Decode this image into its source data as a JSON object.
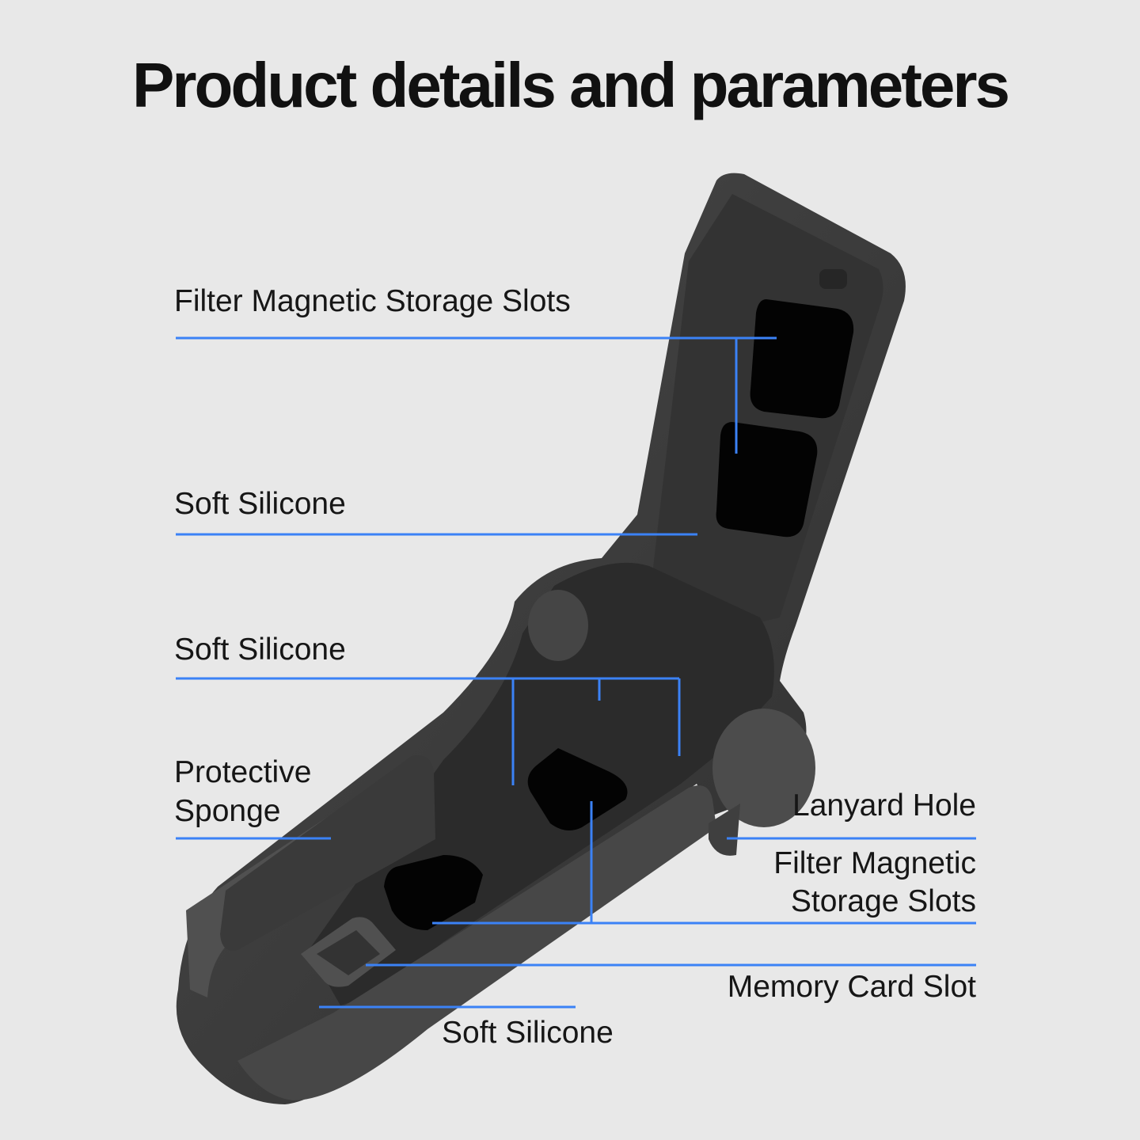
{
  "header": {
    "title": "Product details and parameters"
  },
  "labels": {
    "filter_slots_top": "Filter Magnetic Storage Slots",
    "soft_silicone_1": "Soft Silicone",
    "soft_silicone_2": "Soft Silicone",
    "protective_sponge_line1": "Protective",
    "protective_sponge_line2": "Sponge",
    "lanyard_hole": "Lanyard Hole",
    "filter_slots_right_line1": "Filter Magnetic",
    "filter_slots_right_line2": "Storage Slots",
    "memory_card_slot": "Memory Card Slot",
    "soft_silicone_bottom": "Soft Silicone"
  },
  "colors": {
    "background": "#e8e8e8",
    "leader_line": "#3b82f6",
    "silicone": "#3c3c3c",
    "slot": "#030303"
  }
}
